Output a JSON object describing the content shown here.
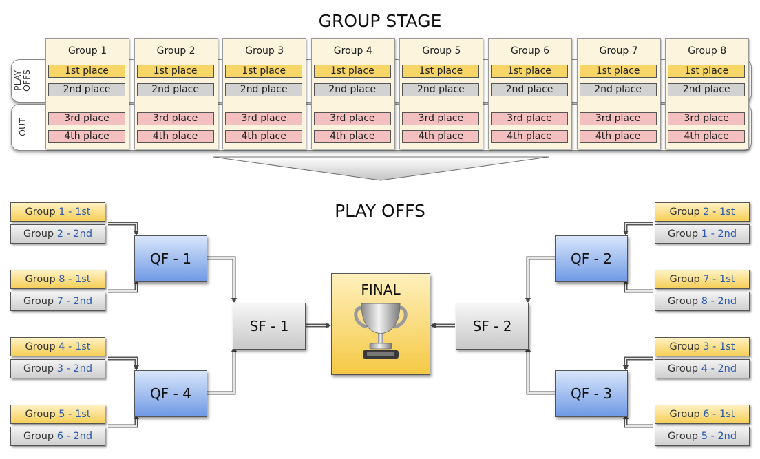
{
  "group_stage": {
    "title": "GROUP STAGE",
    "playoffs_label": "PLAY\nOFFS",
    "out_label": "OUT",
    "groups": [
      {
        "name": "Group 1",
        "places": [
          "1st place",
          "2nd place",
          "3rd place",
          "4th place"
        ]
      },
      {
        "name": "Group 2",
        "places": [
          "1st place",
          "2nd place",
          "3rd place",
          "4th place"
        ]
      },
      {
        "name": "Group 3",
        "places": [
          "1st place",
          "2nd place",
          "3rd place",
          "4th place"
        ]
      },
      {
        "name": "Group 4",
        "places": [
          "1st place",
          "2nd place",
          "3rd place",
          "4th place"
        ]
      },
      {
        "name": "Group 5",
        "places": [
          "1st place",
          "2nd place",
          "3rd place",
          "4th place"
        ]
      },
      {
        "name": "Group 6",
        "places": [
          "1st place",
          "2nd place",
          "3rd place",
          "4th place"
        ]
      },
      {
        "name": "Group 7",
        "places": [
          "1st place",
          "2nd place",
          "3rd place",
          "4th place"
        ]
      },
      {
        "name": "Group 8",
        "places": [
          "1st place",
          "2nd place",
          "3rd place",
          "4th place"
        ]
      }
    ]
  },
  "colors": {
    "first": "#f8d567",
    "second": "#d2d2d2",
    "out": "#f4bfbf",
    "qf": "#7ea4e8",
    "final": "#f6cd4e"
  },
  "playoffs": {
    "title": "PLAY OFFS",
    "seeds": {
      "qf1": [
        {
          "pre": "Group ",
          "num": "1 - 1st",
          "rank": "first"
        },
        {
          "pre": "Group ",
          "num": "2 - 2nd",
          "rank": "second"
        },
        {
          "pre": "Group ",
          "num": "8 - 1st",
          "rank": "first"
        },
        {
          "pre": "Group ",
          "num": "7 - 2nd",
          "rank": "second"
        }
      ],
      "qf4": [
        {
          "pre": "Group ",
          "num": "4 - 1st",
          "rank": "first"
        },
        {
          "pre": "Group ",
          "num": "3 - 2nd",
          "rank": "second"
        },
        {
          "pre": "Group ",
          "num": "5 - 1st",
          "rank": "first"
        },
        {
          "pre": "Group ",
          "num": "6 - 2nd",
          "rank": "second"
        }
      ],
      "qf2": [
        {
          "pre": "Group ",
          "num": "2 - 1st",
          "rank": "first"
        },
        {
          "pre": "Group ",
          "num": "1 - 2nd",
          "rank": "second"
        },
        {
          "pre": "Group ",
          "num": "7 - 1st",
          "rank": "first"
        },
        {
          "pre": "Group ",
          "num": "8 - 2nd",
          "rank": "second"
        }
      ],
      "qf3": [
        {
          "pre": "Group ",
          "num": "3 - 1st",
          "rank": "first"
        },
        {
          "pre": "Group ",
          "num": "4 - 2nd",
          "rank": "second"
        },
        {
          "pre": "Group ",
          "num": "6 - 1st",
          "rank": "first"
        },
        {
          "pre": "Group ",
          "num": "5 - 2nd",
          "rank": "second"
        }
      ]
    },
    "qf1": "QF - 1",
    "qf2": "QF - 2",
    "qf3": "QF - 3",
    "qf4": "QF - 4",
    "sf1": "SF - 1",
    "sf2": "SF - 2",
    "final": "FINAL",
    "trophy_icon": "trophy-icon"
  }
}
